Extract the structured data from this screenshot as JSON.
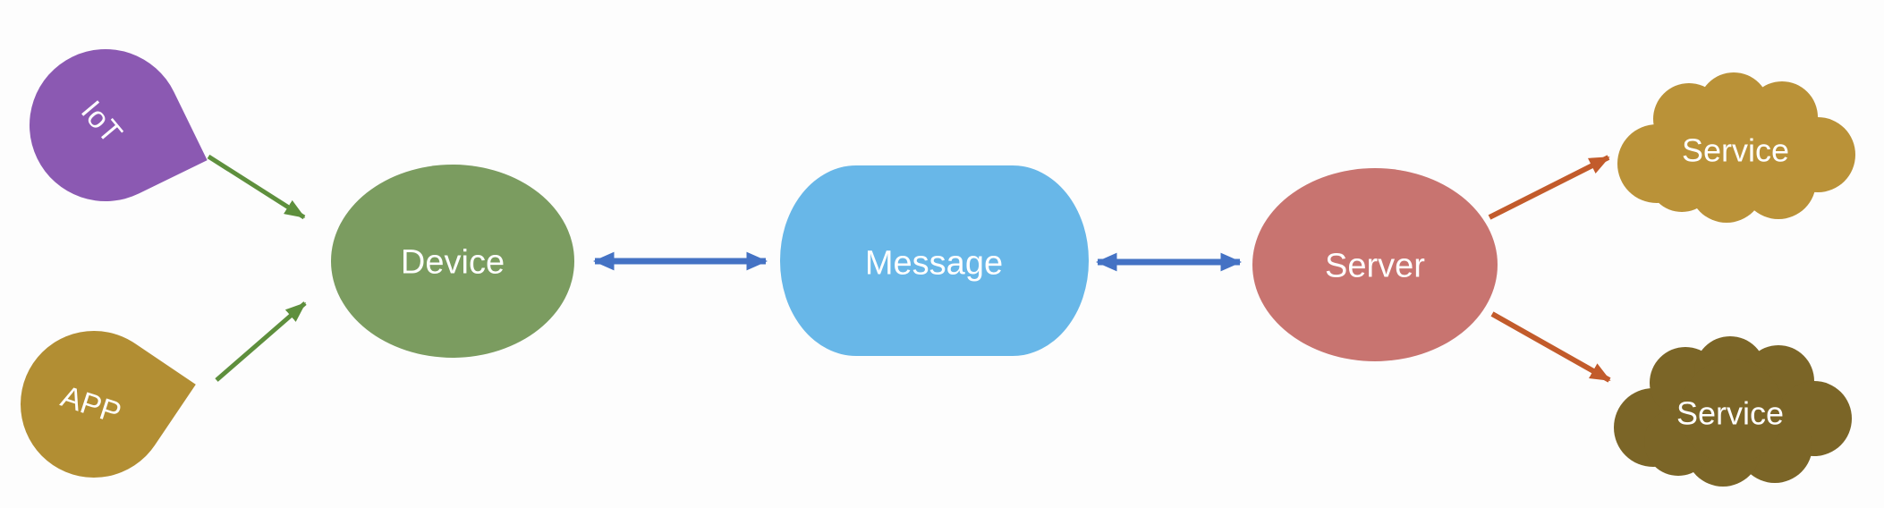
{
  "text_color": "#ffffff",
  "nodes": {
    "iot": {
      "label": "IoT",
      "shape": "teardrop",
      "color": "#8b59b2"
    },
    "app": {
      "label": "APP",
      "shape": "teardrop",
      "color": "#b28e33"
    },
    "device": {
      "label": "Device",
      "shape": "ellipse",
      "color": "#7b9c60"
    },
    "message": {
      "label": "Message",
      "shape": "rounded-rectangle",
      "color": "#68b7e8"
    },
    "server": {
      "label": "Server",
      "shape": "ellipse",
      "color": "#c87470"
    },
    "service_top": {
      "label": "Service",
      "shape": "cloud",
      "color": "#ba9238"
    },
    "service_bottom": {
      "label": "Service",
      "shape": "cloud",
      "color": "#7b6527"
    }
  },
  "edges": {
    "iot_to_device": {
      "from": "iot",
      "to": "device",
      "type": "arrow",
      "color": "#5e8f3d"
    },
    "app_to_device": {
      "from": "app",
      "to": "device",
      "type": "arrow",
      "color": "#5e8f3d"
    },
    "device_message": {
      "from": "device",
      "to": "message",
      "type": "double-arrow",
      "color": "#4472c4"
    },
    "message_server": {
      "from": "message",
      "to": "server",
      "type": "double-arrow",
      "color": "#4472c4"
    },
    "server_to_service_top": {
      "from": "server",
      "to": "service_top",
      "type": "arrow",
      "color": "#c25b2b"
    },
    "server_to_service_bottom": {
      "from": "server",
      "to": "service_bottom",
      "type": "arrow",
      "color": "#c25b2b"
    }
  }
}
